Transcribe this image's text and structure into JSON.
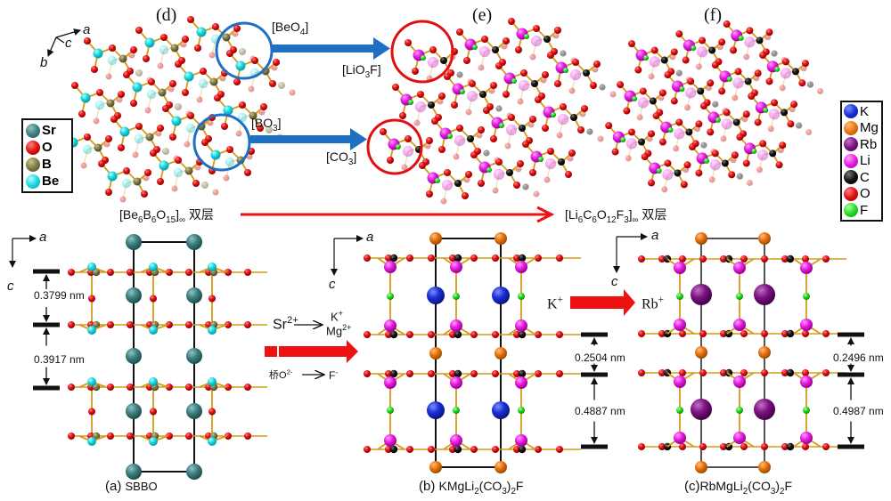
{
  "panels": {
    "d": {
      "label": "(d)"
    },
    "e": {
      "label": "(e)"
    },
    "f": {
      "label": "(f)"
    },
    "a": {
      "label": "(a)",
      "name": "SBBO"
    },
    "b": {
      "label": "(b)",
      "name_parts": [
        "KMgLi",
        "2",
        "(CO",
        "3",
        ")",
        "2",
        "F"
      ]
    },
    "c": {
      "label": "(c)",
      "name_parts": [
        "RbMgLi",
        "2",
        "(CO",
        "3",
        ")",
        "2",
        "F"
      ]
    }
  },
  "axes": {
    "top": {
      "a": "a",
      "b": "b",
      "c": "c"
    },
    "bottom": {
      "a": "a",
      "c": "c"
    }
  },
  "legend_left": {
    "items": [
      {
        "symbol": "Sr",
        "color": "#3f7f80"
      },
      {
        "symbol": "O",
        "color": "#e01010"
      },
      {
        "symbol": "B",
        "color": "#7d7a45"
      },
      {
        "symbol": "Be",
        "color": "#19d8e0"
      }
    ]
  },
  "legend_right": {
    "items": [
      {
        "symbol": "K",
        "color": "#1a2fd6"
      },
      {
        "symbol": "Mg",
        "color": "#e8740f"
      },
      {
        "symbol": "Rb",
        "color": "#7d1480"
      },
      {
        "symbol": "Li",
        "color": "#e81ee0"
      },
      {
        "symbol": "C",
        "color": "#111111"
      },
      {
        "symbol": "O",
        "color": "#e01010"
      },
      {
        "symbol": "F",
        "color": "#22dd22"
      }
    ]
  },
  "units": {
    "beo4": {
      "main": "[BeO",
      "sub": "4",
      "close": "]"
    },
    "bo3": {
      "main": "[BO",
      "sub": "3",
      "close": "]"
    },
    "lio3f": {
      "main": "[LiO",
      "sub": "3",
      "close": "F]"
    },
    "co3": {
      "main": "[CO",
      "sub": "3",
      "close": "]"
    }
  },
  "layers": {
    "left": {
      "parts": [
        "[Be",
        "6",
        "B",
        "6",
        "O",
        "15",
        "]",
        "∞"
      ],
      "suffix": "双层"
    },
    "right": {
      "parts": [
        "[Li",
        "6",
        "C",
        "6",
        "O",
        "12",
        "F",
        "3",
        "]",
        "∞"
      ],
      "suffix": "双层"
    }
  },
  "substitution": {
    "from": "Sr",
    "from_sup": "2+",
    "to1": "K",
    "to1_sup": "+",
    "to2": "Mg",
    "to2_sup": "2+",
    "bridge_from": "桥O",
    "bridge_sup": "2-",
    "bridge_to": "F",
    "bridge_to_sup": "-"
  },
  "substitution2": {
    "from": "K",
    "from_sup": "+",
    "to": "Rb",
    "to_sup": "+"
  },
  "distances": {
    "sbbo_1": "0.3799 nm",
    "sbbo_2": "0.3917 nm",
    "kmg_1": "0.2504 nm",
    "kmg_2": "0.4887 nm",
    "rbmg_1": "0.2496 nm",
    "rbmg_2": "0.4987 nm"
  },
  "colors": {
    "blue_arrow": "#1f6fc2",
    "red_arrow": "#ee1111",
    "circle_blue": "#1f6fc2",
    "circle_red": "#e01010",
    "bond": "#d69a1a"
  }
}
